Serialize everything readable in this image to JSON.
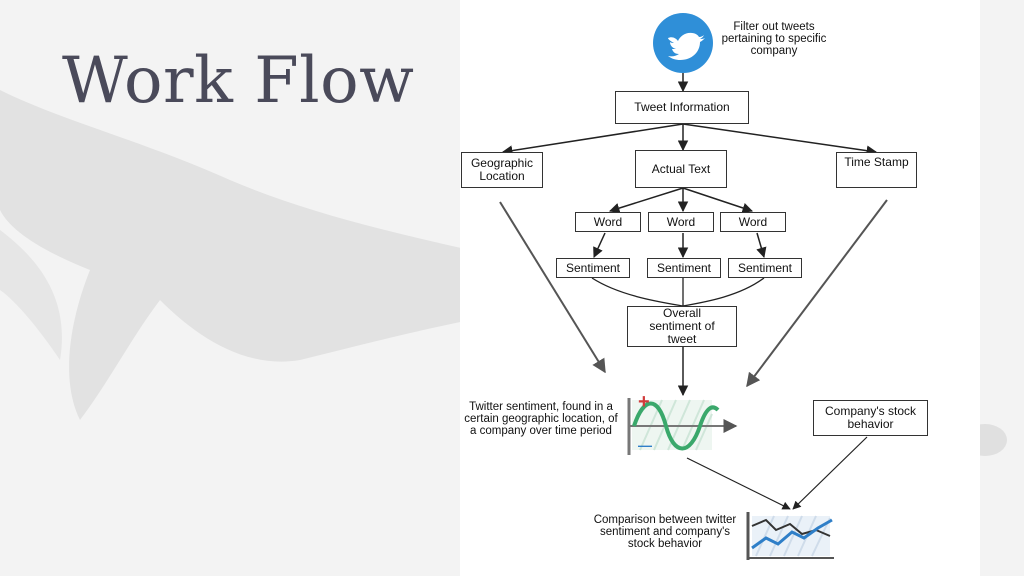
{
  "slide": {
    "title": "Work Flow"
  },
  "diagram": {
    "filter_note": "Filter out tweets pertaining to specific company",
    "tweet_information": "Tweet Information",
    "geographic_location": "Geographic Location",
    "actual_text": "Actual Text",
    "time_stamp": "Time Stamp",
    "word_1": "Word",
    "word_2": "Word",
    "word_3": "Word",
    "sentiment_1": "Sentiment",
    "sentiment_2": "Sentiment",
    "sentiment_3": "Sentiment",
    "overall_sentiment": "Overall sentiment of tweet",
    "twitter_sentiment_note": "Twitter sentiment, found in a certain geographic location, of a company over time period",
    "stock_behavior": "Company's stock behavior",
    "comparison_note": "Comparison between twitter sentiment and company's stock behavior",
    "plus_sign": "+",
    "minus_sign": "—"
  },
  "colors": {
    "title": "#4a4a5a",
    "twitter_blue": "#2f8fd8",
    "wave_green": "#3aa86b",
    "plus_red": "#d13b3b",
    "minus_blue": "#2f7fc8",
    "stock_blue": "#2f7fc8",
    "stock_dark": "#333333"
  }
}
